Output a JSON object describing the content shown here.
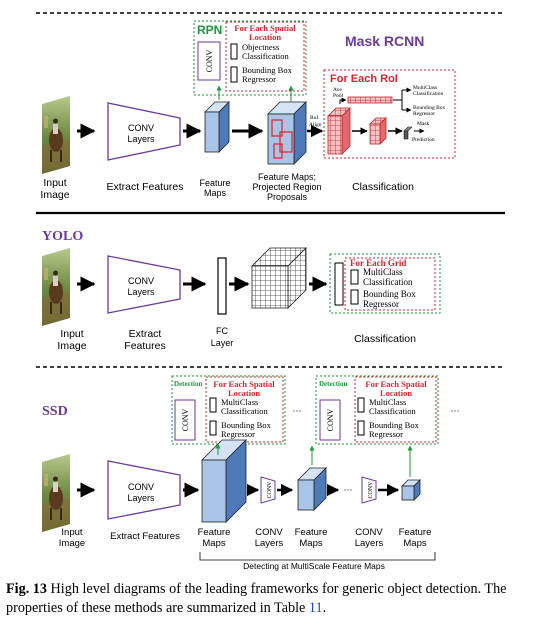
{
  "mask_rcnn": {
    "title": "Mask RCNN",
    "rpn_label": "RPN",
    "rpn_conv": "CONV",
    "rpn_each_line1": "For Each Spatial",
    "rpn_each_line2": "Location",
    "rpn_item1_line1": "Objectness",
    "rpn_item1_line2": "Classification",
    "rpn_item2_line1": "Bounding Box",
    "rpn_item2_line2": "Regressor",
    "each_roi": "For Each RoI",
    "ave_pool_line1": "Ave",
    "ave_pool_line2": "Pool",
    "roi_align_line1": "RoI",
    "roi_align_line2": "Align",
    "head_out1_line1": "MultiClass",
    "head_out1_line2": "Classification",
    "head_out2_line1": "Bounding Box",
    "head_out2_line2": "Regressor",
    "head_out3_line1": "Mask",
    "head_out3_line2": "Prediction",
    "input_line1": "Input",
    "input_line2": "Image",
    "conv_line1": "CONV",
    "conv_line2": "Layers",
    "extract": "Extract Features",
    "fmaps_line1": "Feature",
    "fmaps_line2": "Maps",
    "proj_line1": "Feature Maps;",
    "proj_line2": "Projected Region",
    "proj_line3": "Proposals",
    "classification": "Classification"
  },
  "yolo": {
    "title": "YOLO",
    "conv_line1": "CONV",
    "conv_line2": "Layers",
    "each_grid": "For Each Grid",
    "item1_line1": "MultiClass",
    "item1_line2": "Classification",
    "item2_line1": "Bounding Box",
    "item2_line2": "Regressor",
    "input_line1": "Input",
    "input_line2": "Image",
    "extract_line1": "Extract",
    "extract_line2": "Features",
    "fc_line1": "FC",
    "fc_line2": "Layer",
    "classification": "Classification"
  },
  "ssd": {
    "title": "SSD",
    "detection": "Detection",
    "det_conv": "CONV",
    "each_line1": "For Each Spatial",
    "each_line2": "Location",
    "item1_line1": "MultiClass",
    "item1_line2": "Classification",
    "item2_line1": "Bounding Box",
    "item2_line2": "Regressor",
    "ellipsis": "···",
    "small_conv": "CONV",
    "conv_line1": "CONV",
    "conv_line2": "Layers",
    "input_line1": "Input",
    "input_line2": "Image",
    "extract": "Extract Features",
    "fmaps_line1": "Feature",
    "fmaps_line2": "Maps",
    "convl_line1": "CONV",
    "convl_line2": "Layers",
    "multiscale": "Detecting at MultiScale Feature Maps"
  },
  "caption": {
    "label": "Fig. 13",
    "text": " High level diagrams of the leading frameworks for generic object detection. The properties of these methods are summarized in Table ",
    "table_ref": "11",
    "end": "."
  },
  "colors": {
    "title_purple": "#6b3a9e",
    "green_dashed": "#1a9a3a",
    "red": "#e0202a",
    "blue_face": "#a8c4e6",
    "blue_side": "#4f79b8",
    "blue_top": "#d4e3f5"
  }
}
